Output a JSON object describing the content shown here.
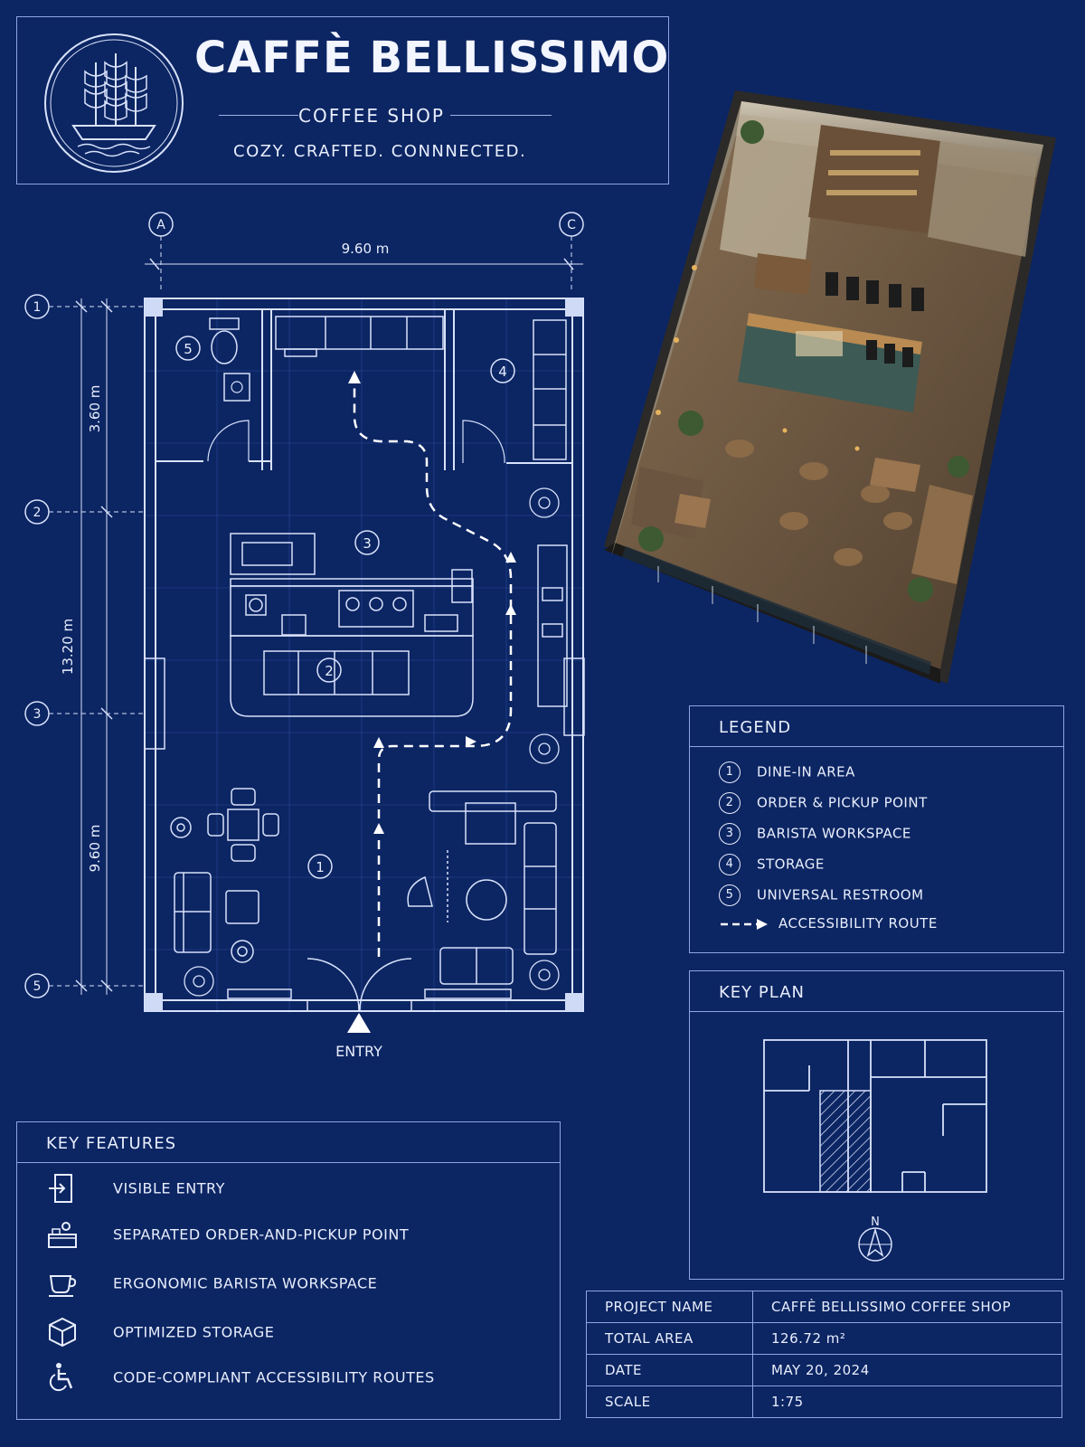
{
  "brand": {
    "name": "CAFFÈ BELLISSIMO",
    "subtitle": "COFFEE SHOP",
    "tagline": "COZY. CRAFTED. CONNNECTED."
  },
  "plan": {
    "grid_cols": [
      "A",
      "C"
    ],
    "grid_rows": [
      "1",
      "2",
      "3",
      "5"
    ],
    "dim_width": "9.60 m",
    "dim_top": "3.60 m",
    "dim_total": "13.20 m",
    "dim_bottom": "9.60 m",
    "zone_numbers": [
      "1",
      "2",
      "3",
      "4",
      "5"
    ],
    "entry_label": "ENTRY"
  },
  "legend": {
    "title": "LEGEND",
    "items": [
      {
        "num": "1",
        "label": "DINE-IN AREA"
      },
      {
        "num": "2",
        "label": "ORDER & PICKUP POINT"
      },
      {
        "num": "3",
        "label": "BARISTA WORKSPACE"
      },
      {
        "num": "4",
        "label": "STORAGE"
      },
      {
        "num": "5",
        "label": "UNIVERSAL RESTROOM"
      }
    ],
    "route_label": "ACCESSIBILITY ROUTE"
  },
  "key_plan": {
    "title": "KEY PLAN",
    "north": "N"
  },
  "features": {
    "title": "KEY FEATURES",
    "items": [
      {
        "icon": "door-entry-icon",
        "label": "VISIBLE ENTRY"
      },
      {
        "icon": "counter-icon",
        "label": "SEPARATED ORDER-AND-PICKUP POINT"
      },
      {
        "icon": "coffee-cup-icon",
        "label": "ERGONOMIC BARISTA WORKSPACE"
      },
      {
        "icon": "box-icon",
        "label": "OPTIMIZED STORAGE"
      },
      {
        "icon": "wheelchair-icon",
        "label": "CODE-COMPLIANT ACCESSIBILITY ROUTES"
      }
    ]
  },
  "project_info": [
    {
      "key": "PROJECT NAME",
      "value": "CAFFÈ BELLISSIMO COFFEE SHOP"
    },
    {
      "key": "TOTAL AREA",
      "value": "126.72 m²"
    },
    {
      "key": "DATE",
      "value": "MAY 20, 2024"
    },
    {
      "key": "SCALE",
      "value": "1:75"
    }
  ],
  "colors": {
    "background": "#0c2563",
    "line": "#d8e2fa",
    "render_floor": "#6b5641"
  }
}
